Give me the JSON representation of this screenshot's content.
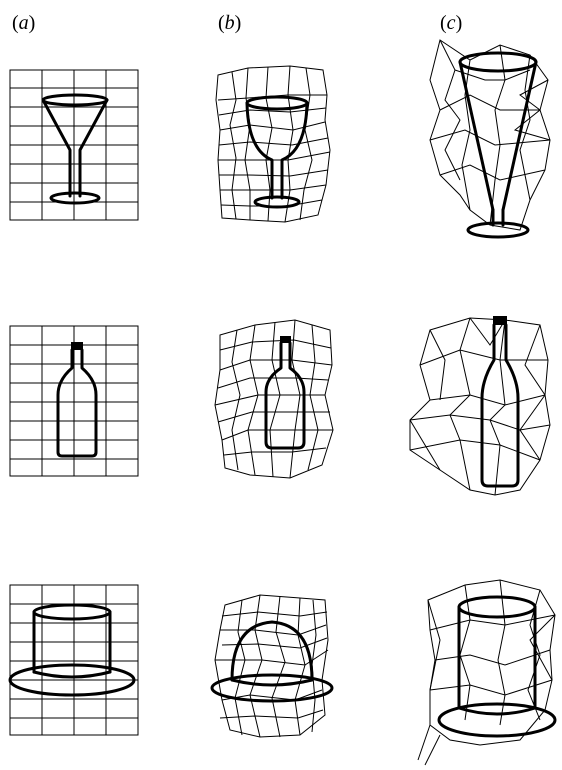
{
  "columns": [
    {
      "id": "a",
      "label_open": "(",
      "letter": "a",
      "label_close": ")"
    },
    {
      "id": "b",
      "label_open": "(",
      "letter": "b",
      "label_close": ")"
    },
    {
      "id": "c",
      "label_open": "(",
      "letter": "c",
      "label_close": ")"
    }
  ],
  "rows": [
    {
      "object": "stemmed-glass"
    },
    {
      "object": "bottle"
    },
    {
      "object": "hat"
    }
  ]
}
